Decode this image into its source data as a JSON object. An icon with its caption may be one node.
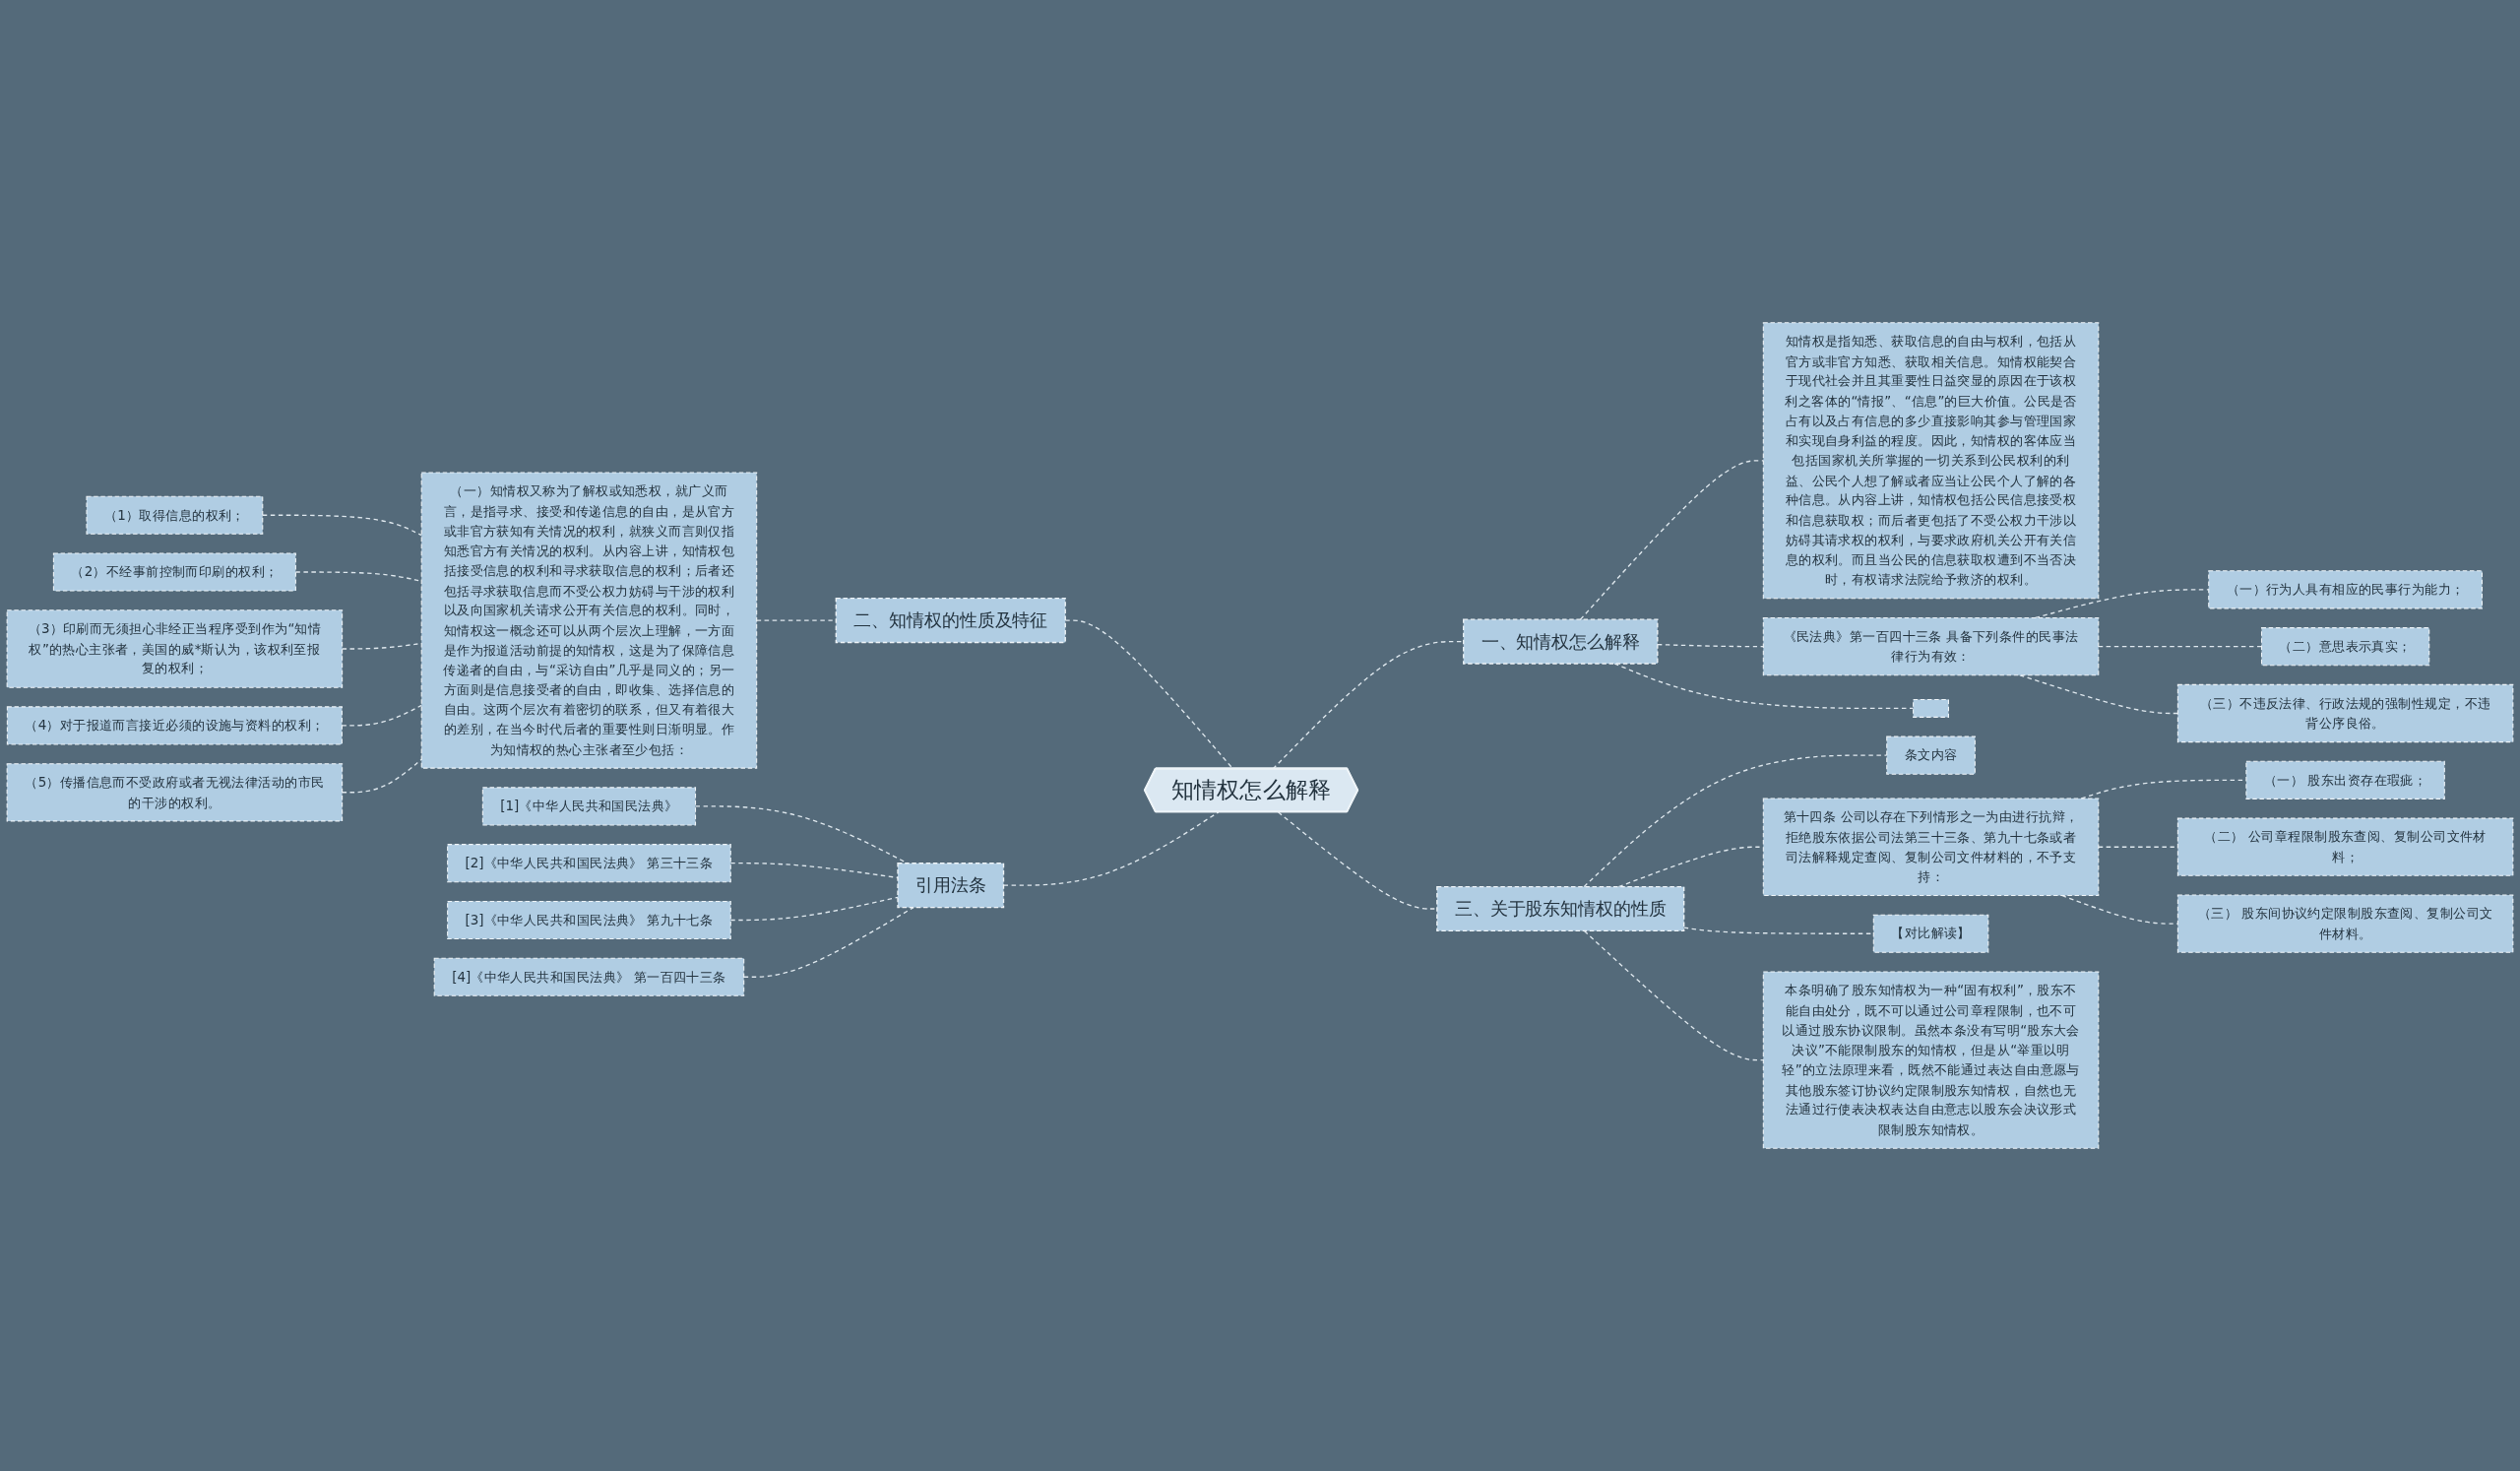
{
  "diagram": {
    "nodes": [
      {
        "text": [
          "知情权怎么解释"
        ]
      },
      {
        "text": [
          "一、知情权怎么解释"
        ]
      },
      {
        "text": [
          "知情权是指知悉、获取信息的自由与权利，包括从官方或非官方知悉、获取相关信息。知情权能契合于现代社会并且其重要性日益突显的原因在于该权利之客体的“情报”、“信息”的巨大价值。公民是否占有以及占有信息的多少直接影响其参与管理国家和实现自身利益的程度。因此，知情权的客体应当包括国家机关所掌握的一切关系到公民权利的利益、公民个人想了解或者应当让公民个人了解的各种信息。从内容上讲，知情权包括公民信息接受权和信息获取权；而后者更包括了不受公权力干涉以妨碍其请求权的权利，与要求政府机关公开有关信息的权利。而且当公民的信息获取权遭到不当否决时，有权请求法院给予救济的权利。"
        ]
      },
      {
        "text": [
          "《民法典》第一百四十三条 具备下列条件的民事法律行为有效："
        ]
      },
      {
        "text": [
          "（一）行为人具有相应的民事行为能力；"
        ]
      },
      {
        "text": [
          "（二）意思表示真实；"
        ]
      },
      {
        "text": [
          "（三）不违反法律、行政法规的强制性规定，不违背公序良俗。"
        ]
      },
      {
        "text": [],
        "shape": "box"
      },
      {
        "text": [
          "三、关于股东知情权的性质"
        ]
      },
      {
        "text": [
          "条文内容"
        ]
      },
      {
        "text": [
          "第十四条 公司以存在下列情形之一为由进行抗辩，拒绝股东依据公司法第三十三条、第九十七条或者司法解释规定查阅、复制公司文件材料的，不予支持："
        ]
      },
      {
        "text": [
          "（一） 股东出资存在瑕疵；"
        ]
      },
      {
        "text": [
          "（二） 公司章程限制股东查阅、复制公司文件材料；"
        ]
      },
      {
        "text": [
          "（三） 股东间协议约定限制股东查阅、复制公司文件材料。"
        ]
      },
      {
        "text": [
          "【对比解读】"
        ]
      },
      {
        "text": [
          "本条明确了股东知情权为一种“固有权利”，股东不能自由处分，既不可以通过公司章程限制，也不可以通过股东协议限制。虽然本条没有写明“股东大会决议”不能限制股东的知情权，但是从“举重以明轻”的立法原理来看，既然不能通过表达自由意愿与其他股东签订协议约定限制股东知情权，自然也无法通过行使表决权表达自由意志以股东会决议形式限制股东知情权。"
        ]
      },
      {
        "text": [
          "二、知情权的性质及特征"
        ]
      },
      {
        "text": [
          "（一）知情权又称为了解权或知悉权，就广义而言，是指寻求、接受和传递信息的自由，是从官方或非官方获知有关情况的权利，就狭义而言则仅指知悉官方有关情况的权利。从内容上讲，知情权包括接受信息的权利和寻求获取信息的权利；后者还包括寻求获取信息而不受公权力妨碍与干涉的权利以及向国家机关请求公开有关信息的权利。同时，知情权这一概念还可以从两个层次上理解，一方面是作为报道活动前提的知情权，这是为了保障信息传递者的自由，与“采访自由”几乎是同义的；另一方面则是信息接受者的自由，即收集、选择信息的自由。这两个层次有着密切的联系，但又有着很大的差别，在当今时代后者的重要性则日渐明显。作为知情权的热心主张者至少包括："
        ]
      },
      {
        "text": [
          "（1）取得信息的权利；"
        ]
      },
      {
        "text": [
          "（2）不经事前控制而印刷的权利；"
        ]
      },
      {
        "text": [
          "（3）印刷而无须担心非经正当程序受到作为“知情权”的热心主张者，美国的威*斯认为，该权利至报复的权利；"
        ]
      },
      {
        "text": [
          "（4）对于报道而言接近必须的设施与资料的权利；"
        ]
      },
      {
        "text": [
          "（5）传播信息而不受政府或者无视法律活动的市民的干涉的权利。"
        ]
      },
      {
        "text": [
          "引用法条"
        ]
      },
      {
        "text": [
          "[1]《中华人民共和国民法典》"
        ]
      },
      {
        "text": [
          "[2]《中华人民共和国民法典》 第三十三条"
        ]
      },
      {
        "text": [
          "[3]《中华人民共和国民法典》 第九十七条"
        ]
      },
      {
        "text": [
          "[4]《中华人民共和国民法典》 第一百四十三条"
        ]
      }
    ],
    "edges": [
      {
        "from": 0,
        "to": 1,
        "arrow": "none",
        "style": "dashed"
      },
      {
        "from": 1,
        "to": 2,
        "arrow": "none",
        "style": "dashed"
      },
      {
        "from": 1,
        "to": 3,
        "arrow": "none",
        "style": "dashed"
      },
      {
        "from": 3,
        "to": 4,
        "arrow": "none",
        "style": "dashed"
      },
      {
        "from": 3,
        "to": 5,
        "arrow": "none",
        "style": "dashed"
      },
      {
        "from": 3,
        "to": 6,
        "arrow": "none",
        "style": "dashed"
      },
      {
        "from": 1,
        "to": 7,
        "arrow": "none",
        "style": "dashed"
      },
      {
        "from": 0,
        "to": 8,
        "arrow": "none",
        "style": "dashed"
      },
      {
        "from": 8,
        "to": 9,
        "arrow": "none",
        "style": "dashed"
      },
      {
        "from": 8,
        "to": 10,
        "arrow": "none",
        "style": "dashed"
      },
      {
        "from": 10,
        "to": 11,
        "arrow": "none",
        "style": "dashed"
      },
      {
        "from": 10,
        "to": 12,
        "arrow": "none",
        "style": "dashed"
      },
      {
        "from": 10,
        "to": 13,
        "arrow": "none",
        "style": "dashed"
      },
      {
        "from": 8,
        "to": 14,
        "arrow": "none",
        "style": "dashed"
      },
      {
        "from": 8,
        "to": 15,
        "arrow": "none",
        "style": "dashed"
      },
      {
        "from": 16,
        "to": 0,
        "arrow": "none",
        "style": "dashed"
      },
      {
        "from": 17,
        "to": 16,
        "arrow": "none",
        "style": "dashed"
      },
      {
        "from": 18,
        "to": 17,
        "arrow": "none",
        "style": "dashed"
      },
      {
        "from": 19,
        "to": 17,
        "arrow": "none",
        "style": "dashed"
      },
      {
        "from": 20,
        "to": 17,
        "arrow": "none",
        "style": "dashed"
      },
      {
        "from": 21,
        "to": 17,
        "arrow": "none",
        "style": "dashed"
      },
      {
        "from": 22,
        "to": 17,
        "arrow": "none",
        "style": "dashed"
      },
      {
        "from": 23,
        "to": 0,
        "arrow": "none",
        "style": "dashed"
      },
      {
        "from": 24,
        "to": 23,
        "arrow": "none",
        "style": "dashed"
      },
      {
        "from": 25,
        "to": 23,
        "arrow": "none",
        "style": "dashed"
      },
      {
        "from": 26,
        "to": 23,
        "arrow": "none",
        "style": "dashed"
      },
      {
        "from": 27,
        "to": 23,
        "arrow": "none",
        "style": "dashed"
      }
    ]
  }
}
